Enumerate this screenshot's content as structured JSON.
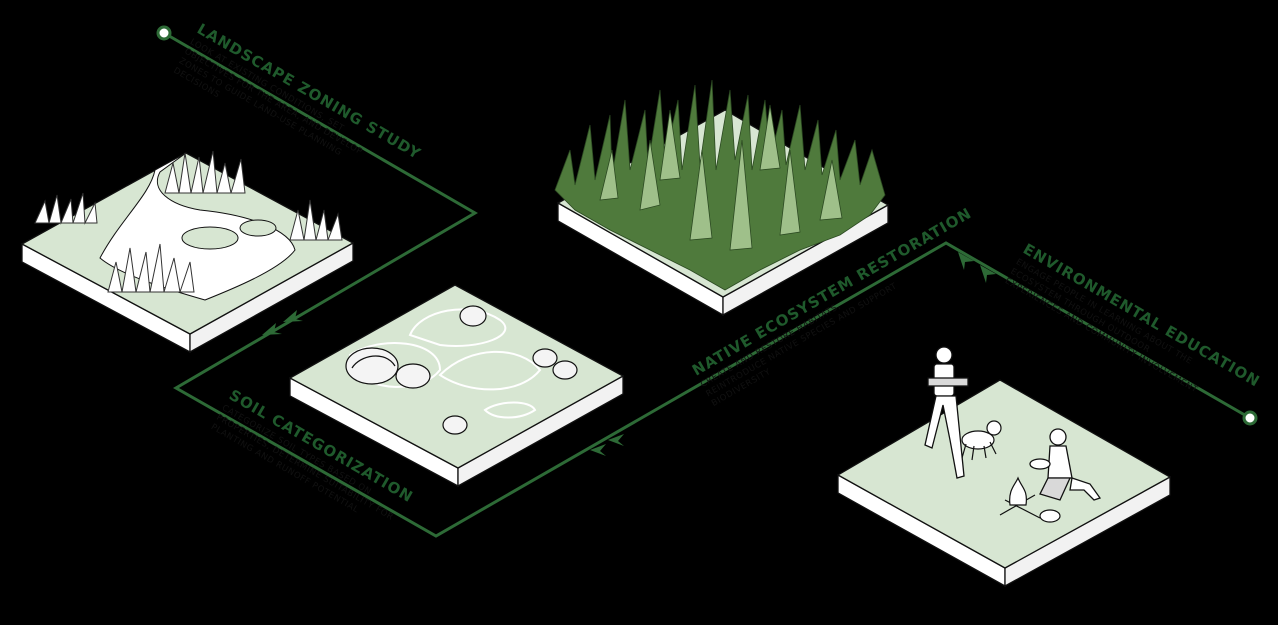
{
  "steps": [
    {
      "title": "LANDSCAPE ZONING STUDY",
      "description": "LOOK AT EXISTING CONDITIONS, SET OBJECTIVES FOR THE AREA, AND DEVELOP ZONES TO GUIDE LAND-USE PLANNING DECISIONS"
    },
    {
      "title": "SOIL CATEGORIZATION",
      "description": "CATEGORIZE SOIL TYPES BASED ON PROPERTIES, DETERMINE SUITABILITY FOR PLANTING AND RUNOFF POTENTIAL"
    },
    {
      "title": "NATIVE ECOSYSTEM RESTORATION",
      "description": "CREATE AND RESTORE HABITATS, REINTRODUCE NATIVE SPECIES AND SUPPORT BIODIVERSITY"
    },
    {
      "title": "ENVIRONMENTAL EDUCATION",
      "description": "ENGAGE PEOPLE IN LEARNING ABOUT THE ECOSYSTEM THROUGH OUTDOOR EXPERIENCES AND COMMUNITY INVOLVEMENT"
    }
  ],
  "colors": {
    "background": "#000000",
    "accent": "#2d6a36",
    "tile": "#d7e6d2",
    "grass": "#4f7a3c"
  },
  "icons": [
    "start-node-icon",
    "end-node-icon",
    "arrow-icon",
    "grass-icon",
    "rock-icon",
    "person-icon",
    "dog-icon",
    "campfire-icon"
  ]
}
